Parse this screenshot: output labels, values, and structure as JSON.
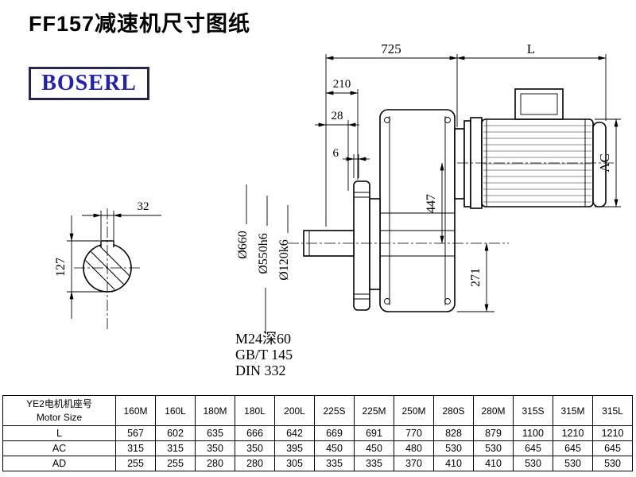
{
  "page": {
    "title": "FF157减速机尺寸图纸",
    "brand": "BOSERL"
  },
  "colors": {
    "brand_blue": "#2222b0",
    "line": "#000000"
  },
  "dims": {
    "overall_length": "725",
    "motor_length": "L",
    "flange_to_face": "210",
    "flange_thickness": "28",
    "spigot_depth": "6",
    "motor_diameter": "AC",
    "center_height": "447",
    "axis_to_base": "271",
    "flange_od": "Ø660",
    "spigot_dia": "Ø550h6",
    "shaft_dia": "Ø120k6",
    "keyway_width": "32",
    "bore_keyway_height": "127",
    "center_hole": "M24深60",
    "center_hole_std_gb": "GB/T 145",
    "center_hole_std_din": "DIN 332"
  },
  "table": {
    "row_header_line1": "YE2电机机座号",
    "row_header_line2": "Motor Size",
    "columns": [
      "160M",
      "160L",
      "180M",
      "180L",
      "200L",
      "225S",
      "225M",
      "250M",
      "280S",
      "280M",
      "315S",
      "315M",
      "315L"
    ],
    "rows": [
      {
        "label": "L",
        "values": [
          "567",
          "602",
          "635",
          "666",
          "642",
          "669",
          "691",
          "770",
          "828",
          "879",
          "1100",
          "1210",
          "1210"
        ]
      },
      {
        "label": "AC",
        "values": [
          "315",
          "315",
          "350",
          "350",
          "395",
          "450",
          "450",
          "480",
          "530",
          "530",
          "645",
          "645",
          "645"
        ]
      },
      {
        "label": "AD",
        "values": [
          "255",
          "255",
          "280",
          "280",
          "305",
          "335",
          "335",
          "370",
          "410",
          "410",
          "530",
          "530",
          "530"
        ]
      }
    ]
  }
}
